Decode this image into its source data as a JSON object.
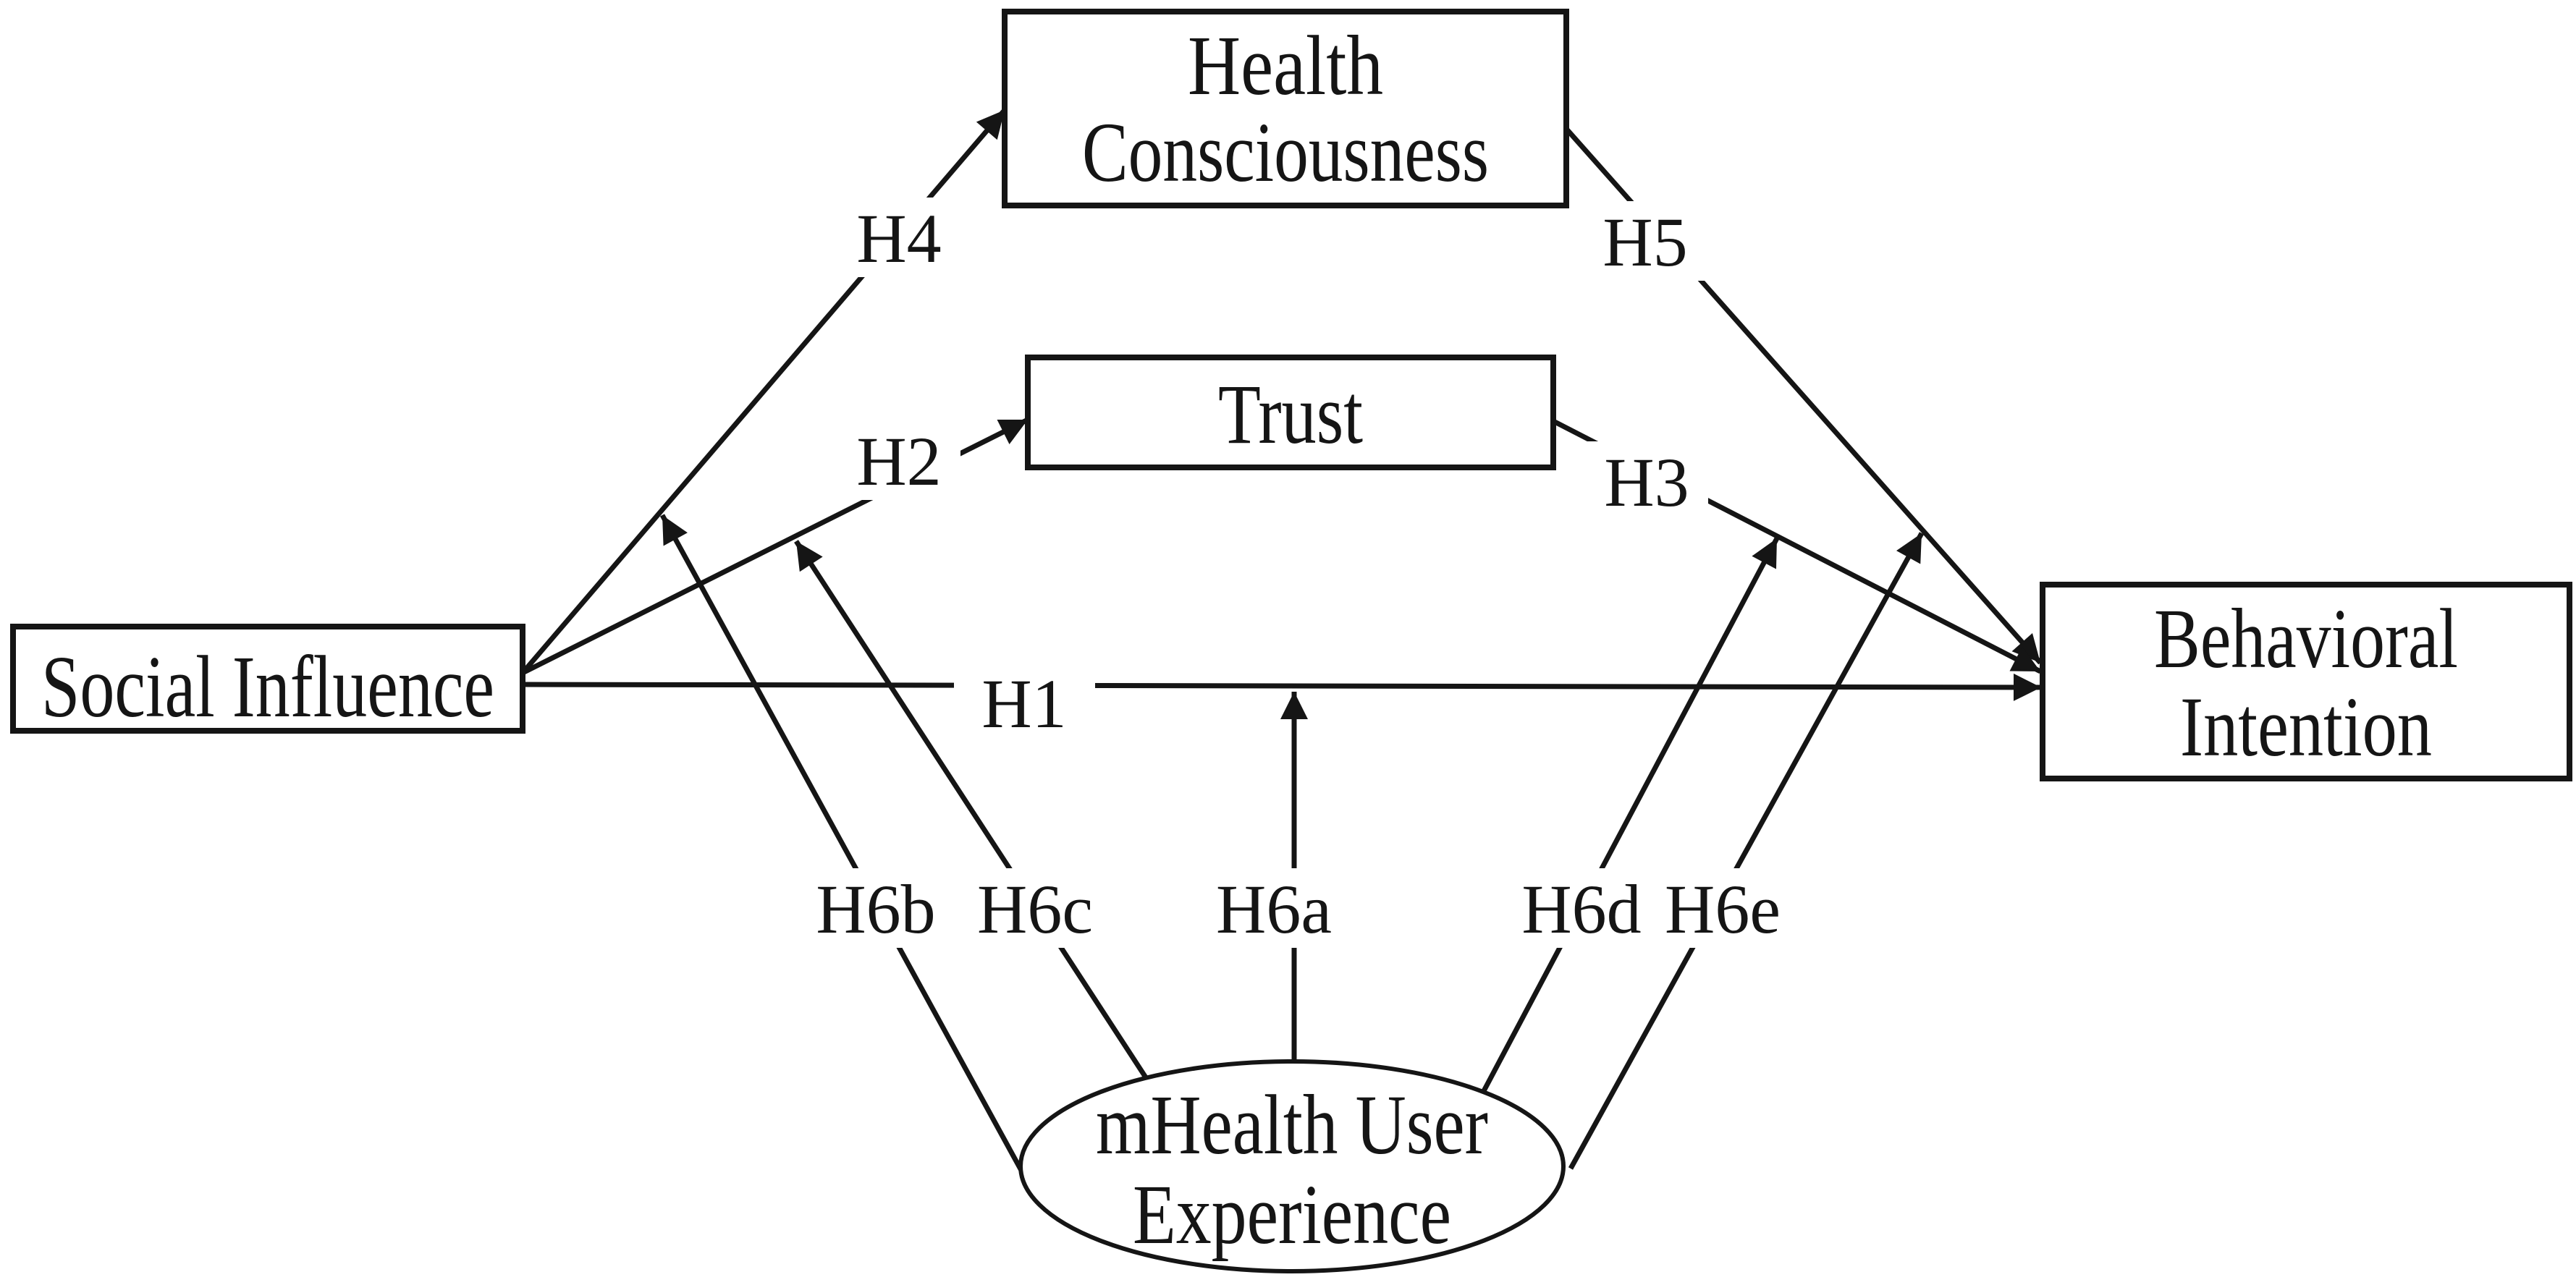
{
  "figure": {
    "type": "hypothesis-path-diagram",
    "description": "Research model with hypothesized paths and moderation effects"
  },
  "colors": {
    "stroke": "#151515",
    "text": "#151515",
    "background": "#ffffff"
  },
  "nodes": {
    "social_influence": {
      "label": "Social Influence",
      "shape": "rectangle"
    },
    "health_consciousness": {
      "label": "Health Consciousness",
      "line1": "Health",
      "line2": "Consciousness",
      "shape": "rectangle"
    },
    "trust": {
      "label": "Trust",
      "shape": "rectangle"
    },
    "behavioral_intention": {
      "label": "Behavioral Intention",
      "line1": "Behavioral",
      "line2": "Intention",
      "shape": "rectangle"
    },
    "mhealth_user_experience": {
      "label": "mHealth User Experience",
      "line1": "mHealth User",
      "line2": "Experience",
      "shape": "ellipse"
    }
  },
  "hypotheses": {
    "h1": {
      "label": "H1",
      "from": "Social Influence",
      "to": "Behavioral Intention"
    },
    "h2": {
      "label": "H2",
      "from": "Social Influence",
      "to": "Trust"
    },
    "h3": {
      "label": "H3",
      "from": "Trust",
      "to": "Behavioral Intention"
    },
    "h4": {
      "label": "H4",
      "from": "Social Influence",
      "to": "Health Consciousness"
    },
    "h5": {
      "label": "H5",
      "from": "Health Consciousness",
      "to": "Behavioral Intention"
    },
    "h6a": {
      "label": "H6a",
      "from": "mHealth User Experience",
      "moderates": "H1"
    },
    "h6b": {
      "label": "H6b",
      "from": "mHealth User Experience",
      "moderates": "H4"
    },
    "h6c": {
      "label": "H6c",
      "from": "mHealth User Experience",
      "moderates": "H2"
    },
    "h6d": {
      "label": "H6d",
      "from": "mHealth User Experience",
      "moderates": "H3"
    },
    "h6e": {
      "label": "H6e",
      "from": "mHealth User Experience",
      "moderates": "H5"
    }
  }
}
